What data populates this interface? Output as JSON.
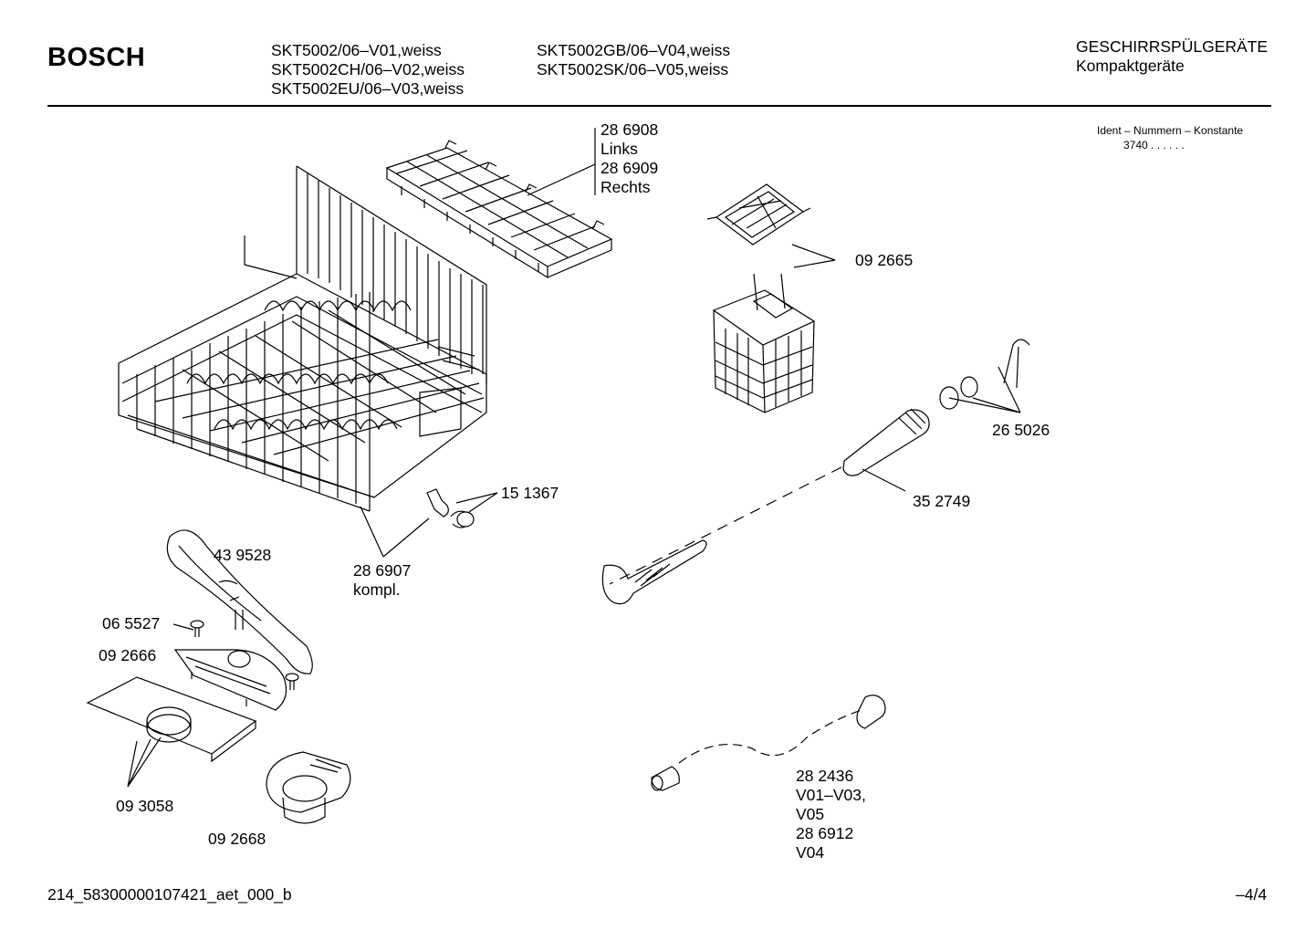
{
  "header": {
    "brand": "BOSCH",
    "models_col1": [
      "SKT5002/06–V01,weiss",
      "SKT5002CH/06–V02,weiss",
      "SKT5002EU/06–V03,weiss"
    ],
    "models_col2": [
      "SKT5002GB/06–V04,weiss",
      "SKT5002SK/06–V05,weiss"
    ],
    "category": "GESCHIRRSPÜLGERÄTE",
    "subcategory": "Kompaktgeräte"
  },
  "ident": {
    "label": "Ident – Nummern – Konstante",
    "value": "3740 . . . . . ."
  },
  "parts": {
    "p286908": [
      "28 6908",
      "Links",
      "28 6909",
      "Rechts"
    ],
    "p092665": "09 2665",
    "p265026": "26 5026",
    "p352749": "35 2749",
    "p151367": "15 1367",
    "p286907": [
      "28 6907",
      "kompl."
    ],
    "p439528": "43 9528",
    "p065527": "06 5527",
    "p092666": "09 2666",
    "p093058": "09 3058",
    "p092668": "09 2668",
    "p282436": [
      "28 2436",
      "V01–V03,",
      "V05",
      "28 6912",
      "V04"
    ]
  },
  "footer": {
    "doc_id": "214_58300000107421_aet_000_b",
    "page": "–4/4"
  }
}
